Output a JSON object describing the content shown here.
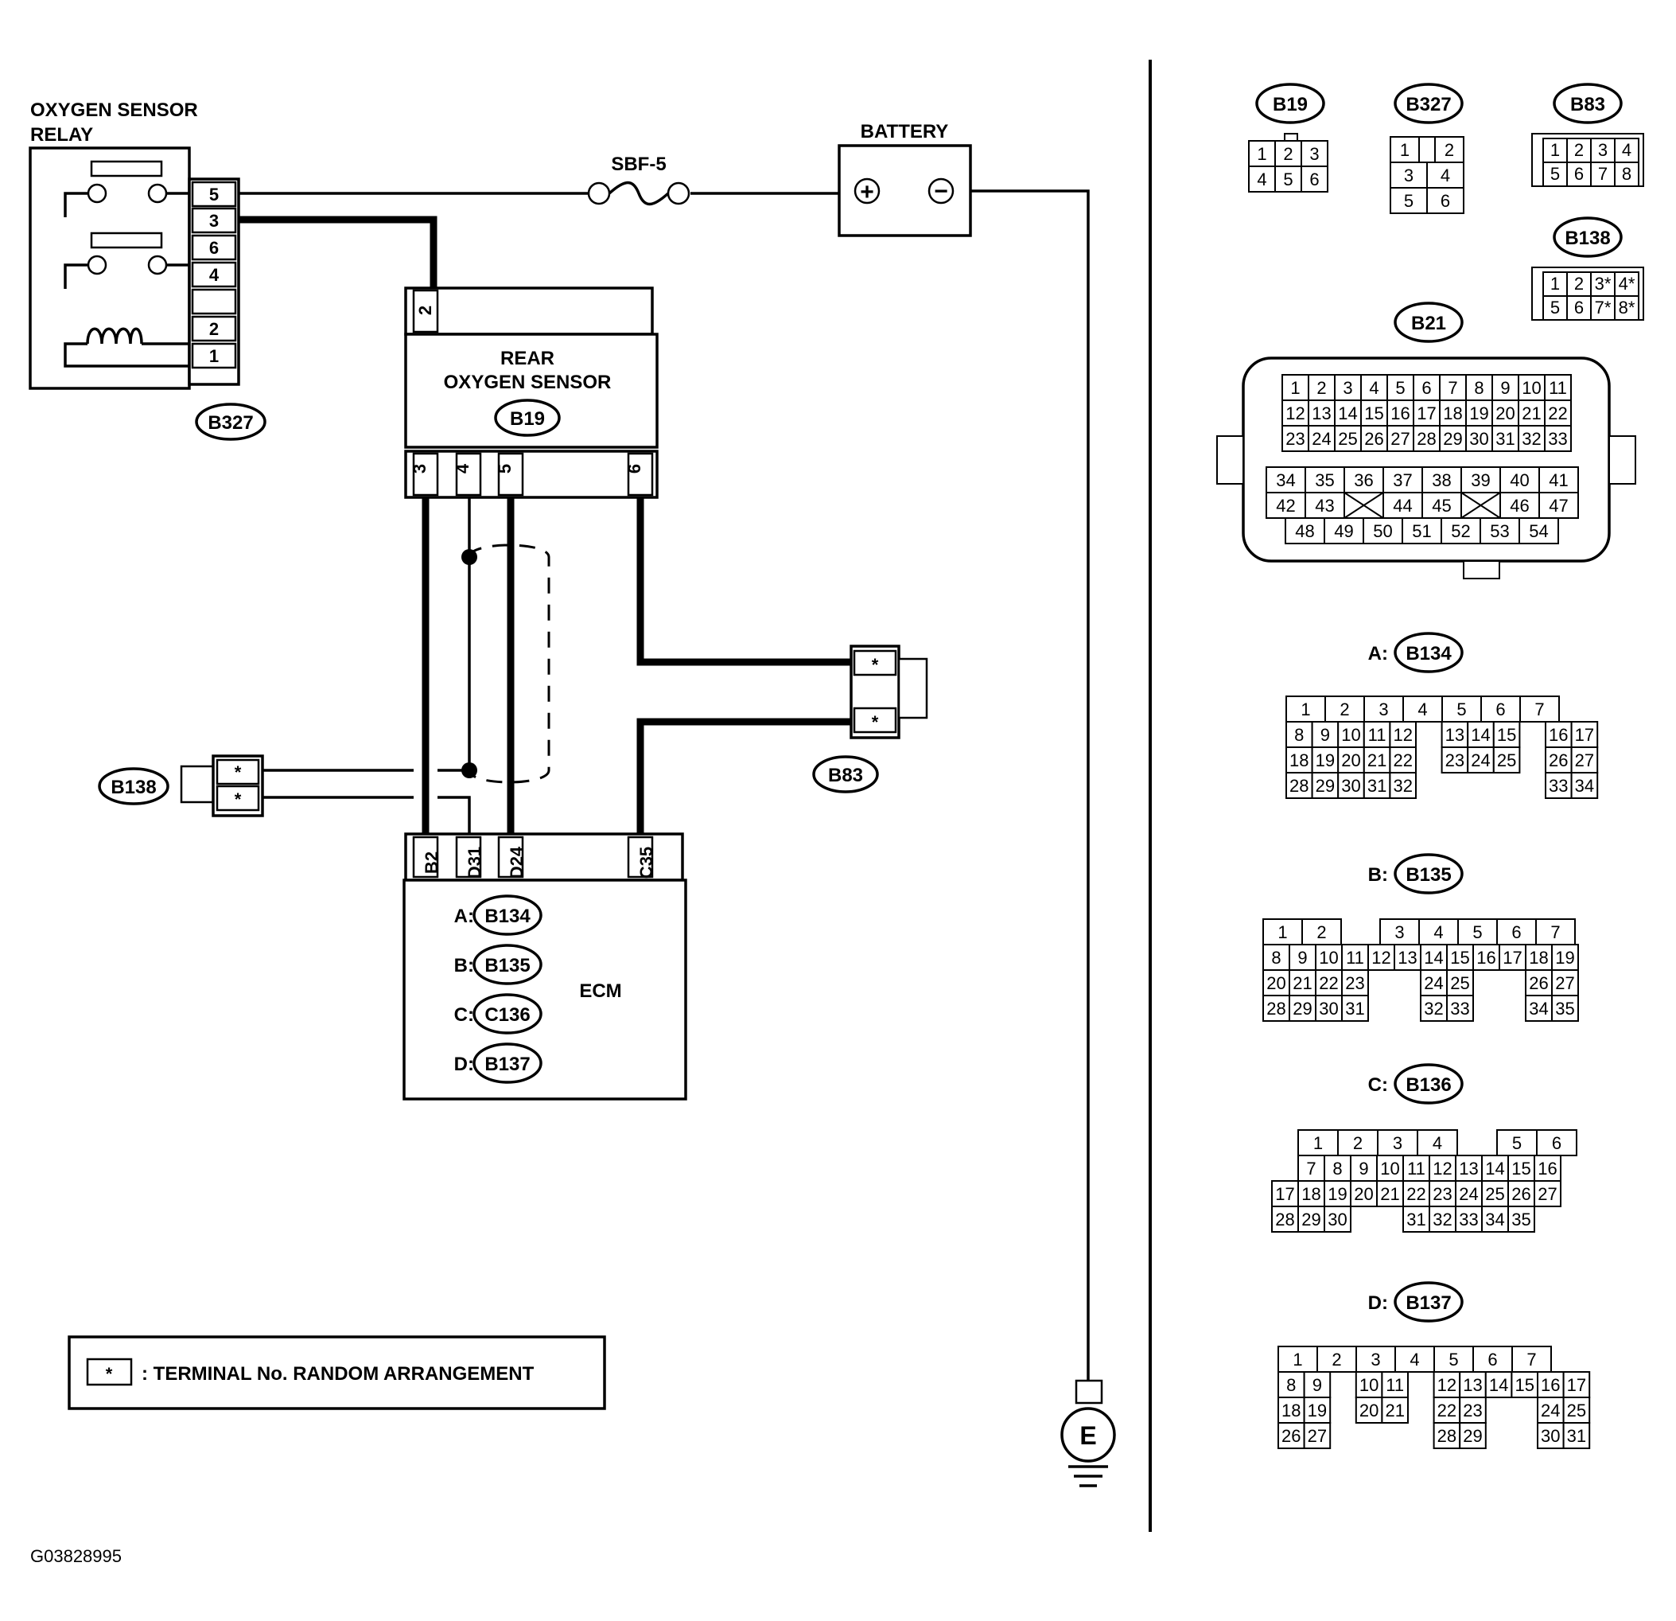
{
  "relay": {
    "title_line1": "OXYGEN SENSOR",
    "title_line2": "RELAY",
    "connector": "B327",
    "pins": [
      "5",
      "3",
      "6",
      "4",
      "",
      "2",
      "1"
    ]
  },
  "battery": {
    "title": "BATTERY",
    "pos": "+",
    "neg": "−"
  },
  "fuse": {
    "label": "SBF-5"
  },
  "sensor": {
    "line1": "REAR",
    "line2": "OXYGEN SENSOR",
    "connector": "B19",
    "top_pin": "2",
    "bottom_pins": [
      "3",
      "4",
      "5",
      "6"
    ]
  },
  "ecm": {
    "label": "ECM",
    "pins": [
      "B2",
      "D31",
      "D24",
      "C35"
    ],
    "connectors": [
      {
        "prefix": "A:",
        "code": "B134"
      },
      {
        "prefix": "B:",
        "code": "B135"
      },
      {
        "prefix": "C:",
        "code": "C136"
      },
      {
        "prefix": "D:",
        "code": "B137"
      }
    ]
  },
  "b83": {
    "code": "B83",
    "pins": [
      "*",
      "*"
    ]
  },
  "b138": {
    "code": "B138",
    "pins": [
      "*",
      "*"
    ]
  },
  "ground": {
    "label": "E"
  },
  "legend": {
    "symbol": "*",
    "text": ": TERMINAL No. RANDOM ARRANGEMENT"
  },
  "figure_id": "G03828995",
  "connector_views": {
    "b19": {
      "code": "B19",
      "rows": [
        [
          "1",
          "2",
          "3"
        ],
        [
          "4",
          "5",
          "6"
        ]
      ]
    },
    "b327": {
      "code": "B327",
      "rows": [
        [
          "1",
          "",
          "2"
        ],
        [
          "3",
          "4"
        ],
        [
          "5",
          "6"
        ]
      ]
    },
    "b83": {
      "code": "B83",
      "rows": [
        [
          "1",
          "2",
          "3",
          "4"
        ],
        [
          "5",
          "6",
          "7",
          "8"
        ]
      ]
    },
    "b138": {
      "code": "B138",
      "rows": [
        [
          "1",
          "2",
          "3*",
          "4*"
        ],
        [
          "5",
          "6",
          "7*",
          "8*"
        ]
      ]
    },
    "b21": {
      "code": "B21",
      "rows": [
        [
          "1",
          "2",
          "3",
          "4",
          "5",
          "6",
          "7",
          "8",
          "9",
          "10",
          "11"
        ],
        [
          "12",
          "13",
          "14",
          "15",
          "16",
          "17",
          "18",
          "19",
          "20",
          "21",
          "22"
        ],
        [
          "23",
          "24",
          "25",
          "26",
          "27",
          "28",
          "29",
          "30",
          "31",
          "32",
          "33"
        ],
        [
          "34",
          "35",
          "36",
          "37",
          "38",
          "39",
          "40",
          "41"
        ],
        [
          "42",
          "43",
          "X",
          "44",
          "45",
          "X",
          "46",
          "47"
        ],
        [
          "48",
          "49",
          "50",
          "51",
          "52",
          "53",
          "54"
        ]
      ]
    },
    "b134": {
      "prefix": "A:",
      "code": "B134",
      "rows": [
        [
          "1",
          "2",
          "3",
          "4",
          "5",
          "6",
          "7"
        ],
        [
          "8",
          "9",
          "10",
          "11",
          "12",
          "",
          "13",
          "14",
          "15",
          "",
          "16",
          "17"
        ],
        [
          "18",
          "19",
          "20",
          "21",
          "22",
          "",
          "23",
          "24",
          "25",
          "",
          "26",
          "27"
        ],
        [
          "28",
          "29",
          "30",
          "31",
          "32",
          "",
          "",
          "",
          "",
          "",
          "33",
          "34"
        ]
      ]
    },
    "b135": {
      "prefix": "B:",
      "code": "B135",
      "rows": [
        [
          "1",
          "2",
          "",
          "3",
          "4",
          "5",
          "6",
          "7"
        ],
        [
          "8",
          "9",
          "10",
          "11",
          "12",
          "13",
          "14",
          "15",
          "16",
          "17",
          "18",
          "19"
        ],
        [
          "20",
          "21",
          "22",
          "23",
          "",
          "",
          "24",
          "25",
          "",
          "",
          "26",
          "27"
        ],
        [
          "28",
          "29",
          "30",
          "31",
          "",
          "",
          "32",
          "33",
          "",
          "",
          "34",
          "35"
        ]
      ]
    },
    "b136": {
      "prefix": "C:",
      "code": "B136",
      "rows": [
        [
          "1",
          "2",
          "3",
          "4",
          "",
          "5",
          "6"
        ],
        [
          "7",
          "8",
          "9",
          "10",
          "11",
          "12",
          "13",
          "14",
          "15",
          "16"
        ],
        [
          "17",
          "18",
          "19",
          "20",
          "21",
          "22",
          "23",
          "24",
          "25",
          "26",
          "27"
        ],
        [
          "28",
          "29",
          "30",
          "",
          "",
          "31",
          "32",
          "33",
          "34",
          "35"
        ]
      ]
    },
    "b137": {
      "prefix": "D:",
      "code": "B137",
      "rows": [
        [
          "1",
          "2",
          "3",
          "4",
          "5",
          "6",
          "7"
        ],
        [
          "8",
          "9",
          "",
          "10",
          "11",
          "",
          "12",
          "13",
          "14",
          "15",
          "16",
          "17"
        ],
        [
          "18",
          "19",
          "",
          "20",
          "21",
          "",
          "22",
          "23",
          "",
          "",
          "24",
          "25"
        ],
        [
          "26",
          "27",
          "",
          "",
          "",
          "",
          "28",
          "29",
          "",
          "",
          "30",
          "31"
        ]
      ]
    }
  }
}
